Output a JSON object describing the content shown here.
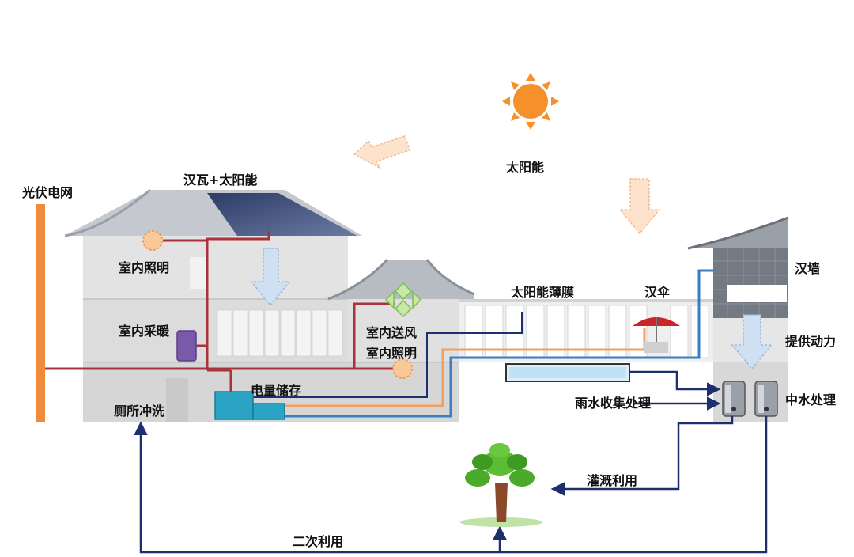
{
  "labels": {
    "pv_grid": "光伏电网",
    "tile_solar": "汉瓦+太阳能",
    "solar_energy": "太阳能",
    "indoor_lighting_1": "室内照明",
    "indoor_heating": "室内采暖",
    "indoor_ventilation": "室内送风",
    "indoor_lighting_2": "室内照明",
    "power_storage": "电量储存",
    "toilet_flushing": "厕所冲洗",
    "thin_film_solar": "太阳能薄膜",
    "han_umbrella": "汉伞",
    "han_wall": "汉墙",
    "power_supply": "提供动力",
    "greywater": "中水处理",
    "rainwater": "雨水收集处理",
    "irrigation": "灌溉利用",
    "reuse": "二次利用"
  },
  "colors": {
    "sun": "#f5902a",
    "pv_pole": "#f08b3c",
    "red_line": "#a8333a",
    "orange_line": "#f0a060",
    "blue_line": "#3a7ec2",
    "navy_line": "#1e2f6e",
    "battery": "#2aa3c4",
    "tank": "#8a8f96",
    "tree": "#4caa2a"
  }
}
